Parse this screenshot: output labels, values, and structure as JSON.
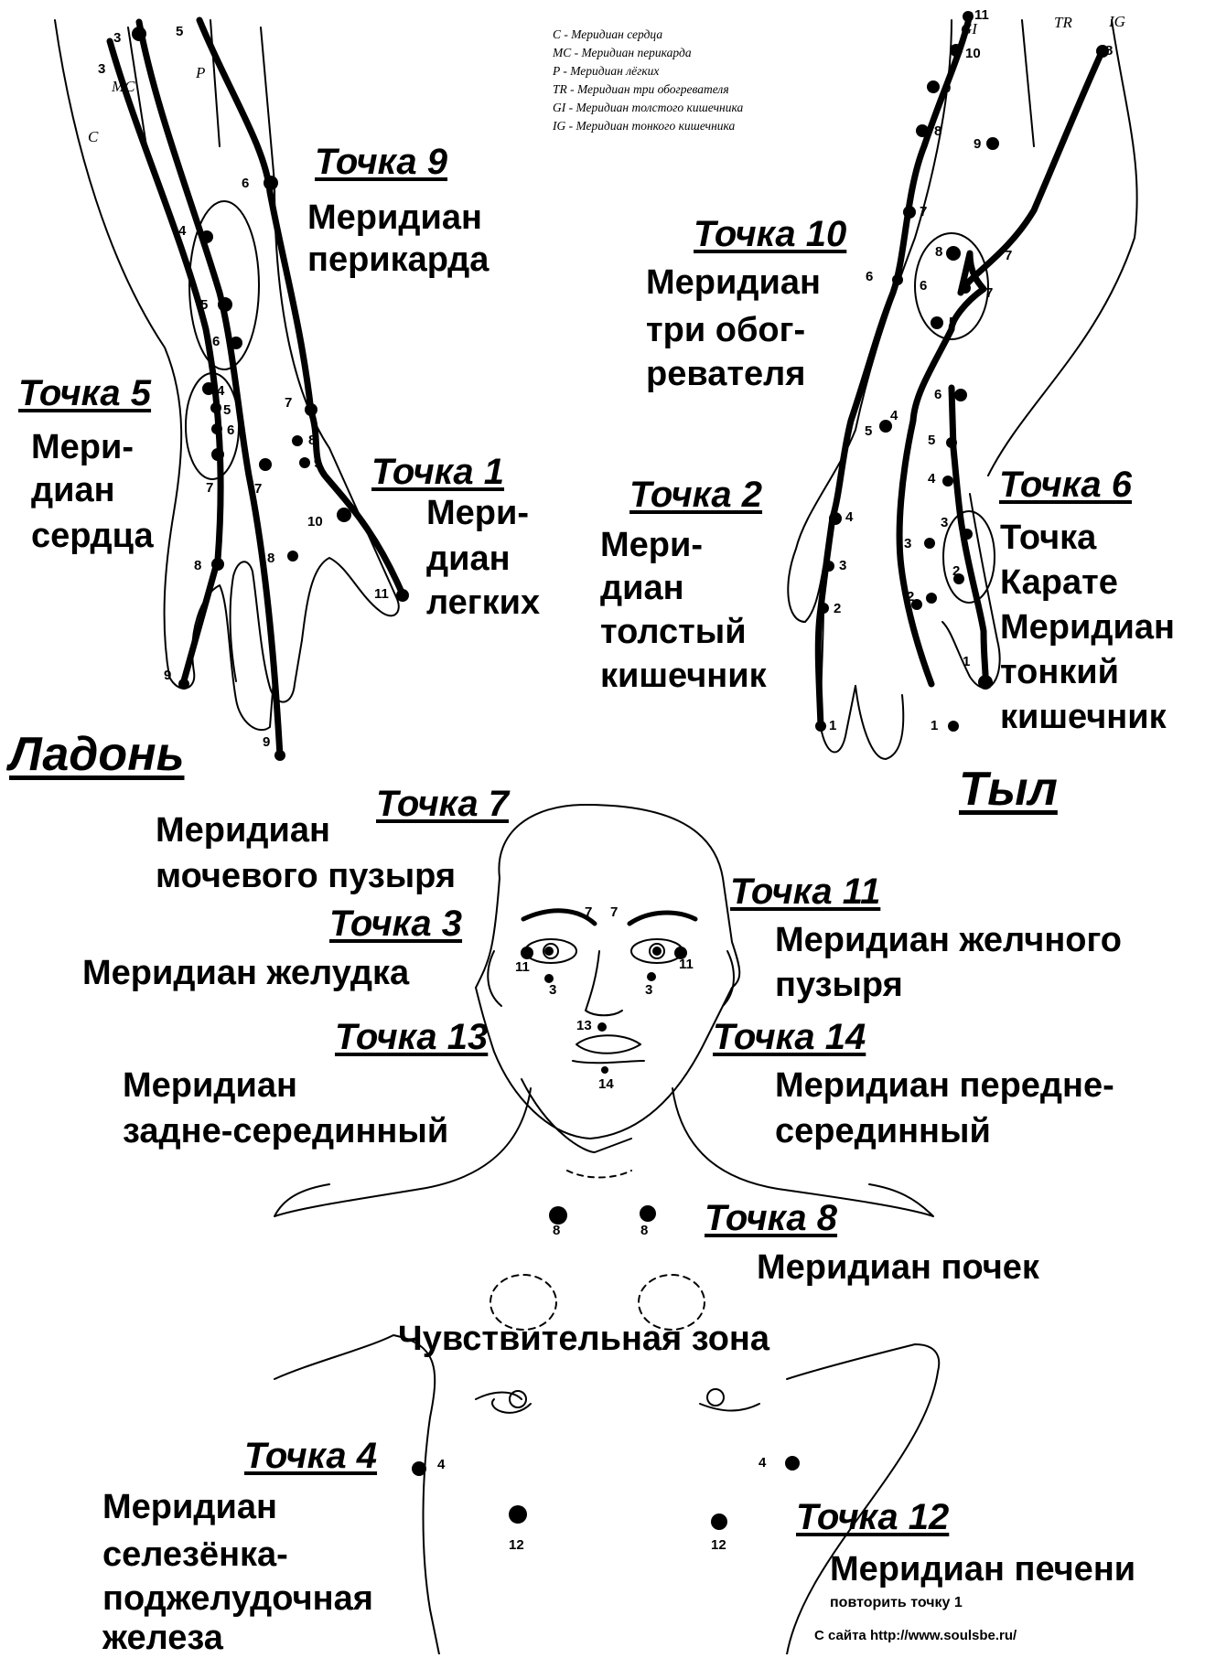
{
  "legend": [
    "C - Меридиан сердца",
    "MC - Меридиан перикарда",
    "P - Меридиан лёгких",
    "TR - Меридиан три обогревателя",
    "GI - Меридиан толстого кишечника",
    "IG - Меридиан тонкого кишечника"
  ],
  "section_labels": {
    "palm": "Ладонь",
    "back": "Тыл"
  },
  "points": {
    "p1": {
      "title": "Точка 1",
      "lines": [
        "Мери-",
        "диан",
        "легких"
      ]
    },
    "p2": {
      "title": "Точка 2",
      "lines": [
        "Мери-",
        "диан",
        "толстый",
        "кишечник"
      ]
    },
    "p3": {
      "title": "Точка 3",
      "lines": [
        "Меридиан желудка"
      ]
    },
    "p4": {
      "title": "Точка 4",
      "lines": [
        "Меридиан",
        "селезёнка-",
        "поджелудочная",
        "железа"
      ]
    },
    "p5": {
      "title": "Точка 5",
      "lines": [
        "Мери-",
        "диан",
        "сердца"
      ]
    },
    "p6": {
      "title": "Точка 6",
      "lines": [
        "Точка",
        "Карате",
        "Меридиан",
        "тонкий",
        "кишечник"
      ]
    },
    "p7": {
      "title": "Точка 7",
      "lines": [
        "Меридиан",
        "мочевого пузыря"
      ]
    },
    "p8": {
      "title": "Точка 8",
      "lines": [
        "Меридиан почек"
      ]
    },
    "p9": {
      "title": "Точка 9",
      "lines": [
        "Меридиан",
        "перикарда"
      ]
    },
    "p10": {
      "title": "Точка 10",
      "lines": [
        "Меридиан",
        "три обог-",
        "ревателя"
      ]
    },
    "p11": {
      "title": "Точка 11",
      "lines": [
        "Меридиан желчного",
        "пузыря"
      ]
    },
    "p12": {
      "title": "Точка 12",
      "lines": [
        "Меридиан печени"
      ],
      "note": "повторить точку 1"
    },
    "p13": {
      "title": "Точка 13",
      "lines": [
        "Меридиан",
        "задне-серединный"
      ]
    },
    "p14": {
      "title": "Точка 14",
      "lines": [
        "Меридиан передне-",
        "серединный"
      ]
    }
  },
  "sensitive_zone": "Чувствительная зона",
  "source": "С сайта http://www.soulsbe.ru/",
  "meridian_labels": {
    "c": "C",
    "mc": "MC",
    "p": "P",
    "gi": "GI",
    "tr": "TR",
    "ig": "IG"
  },
  "icons": [
    "palm-hand-drawing",
    "back-hand-drawing",
    "head-drawing",
    "torso-drawing"
  ]
}
